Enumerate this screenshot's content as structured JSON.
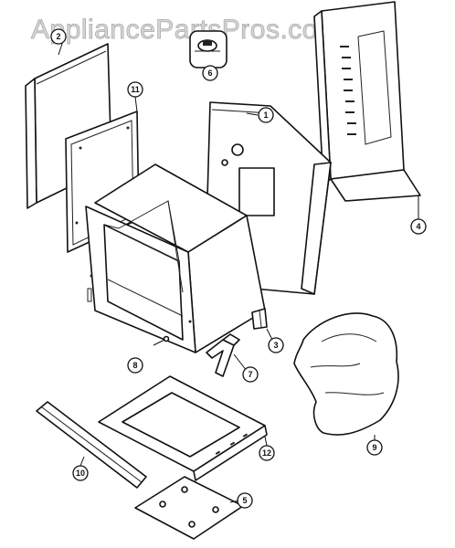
{
  "watermark": {
    "text": "AppliancePartsPros.com"
  },
  "callouts": {
    "c1": "1",
    "c2": "2",
    "c3": "3",
    "c4": "4",
    "c5": "5",
    "c6": "6",
    "c7": "7",
    "c8": "8",
    "c9": "9",
    "c10": "10",
    "c11": "11",
    "c12": "12"
  }
}
